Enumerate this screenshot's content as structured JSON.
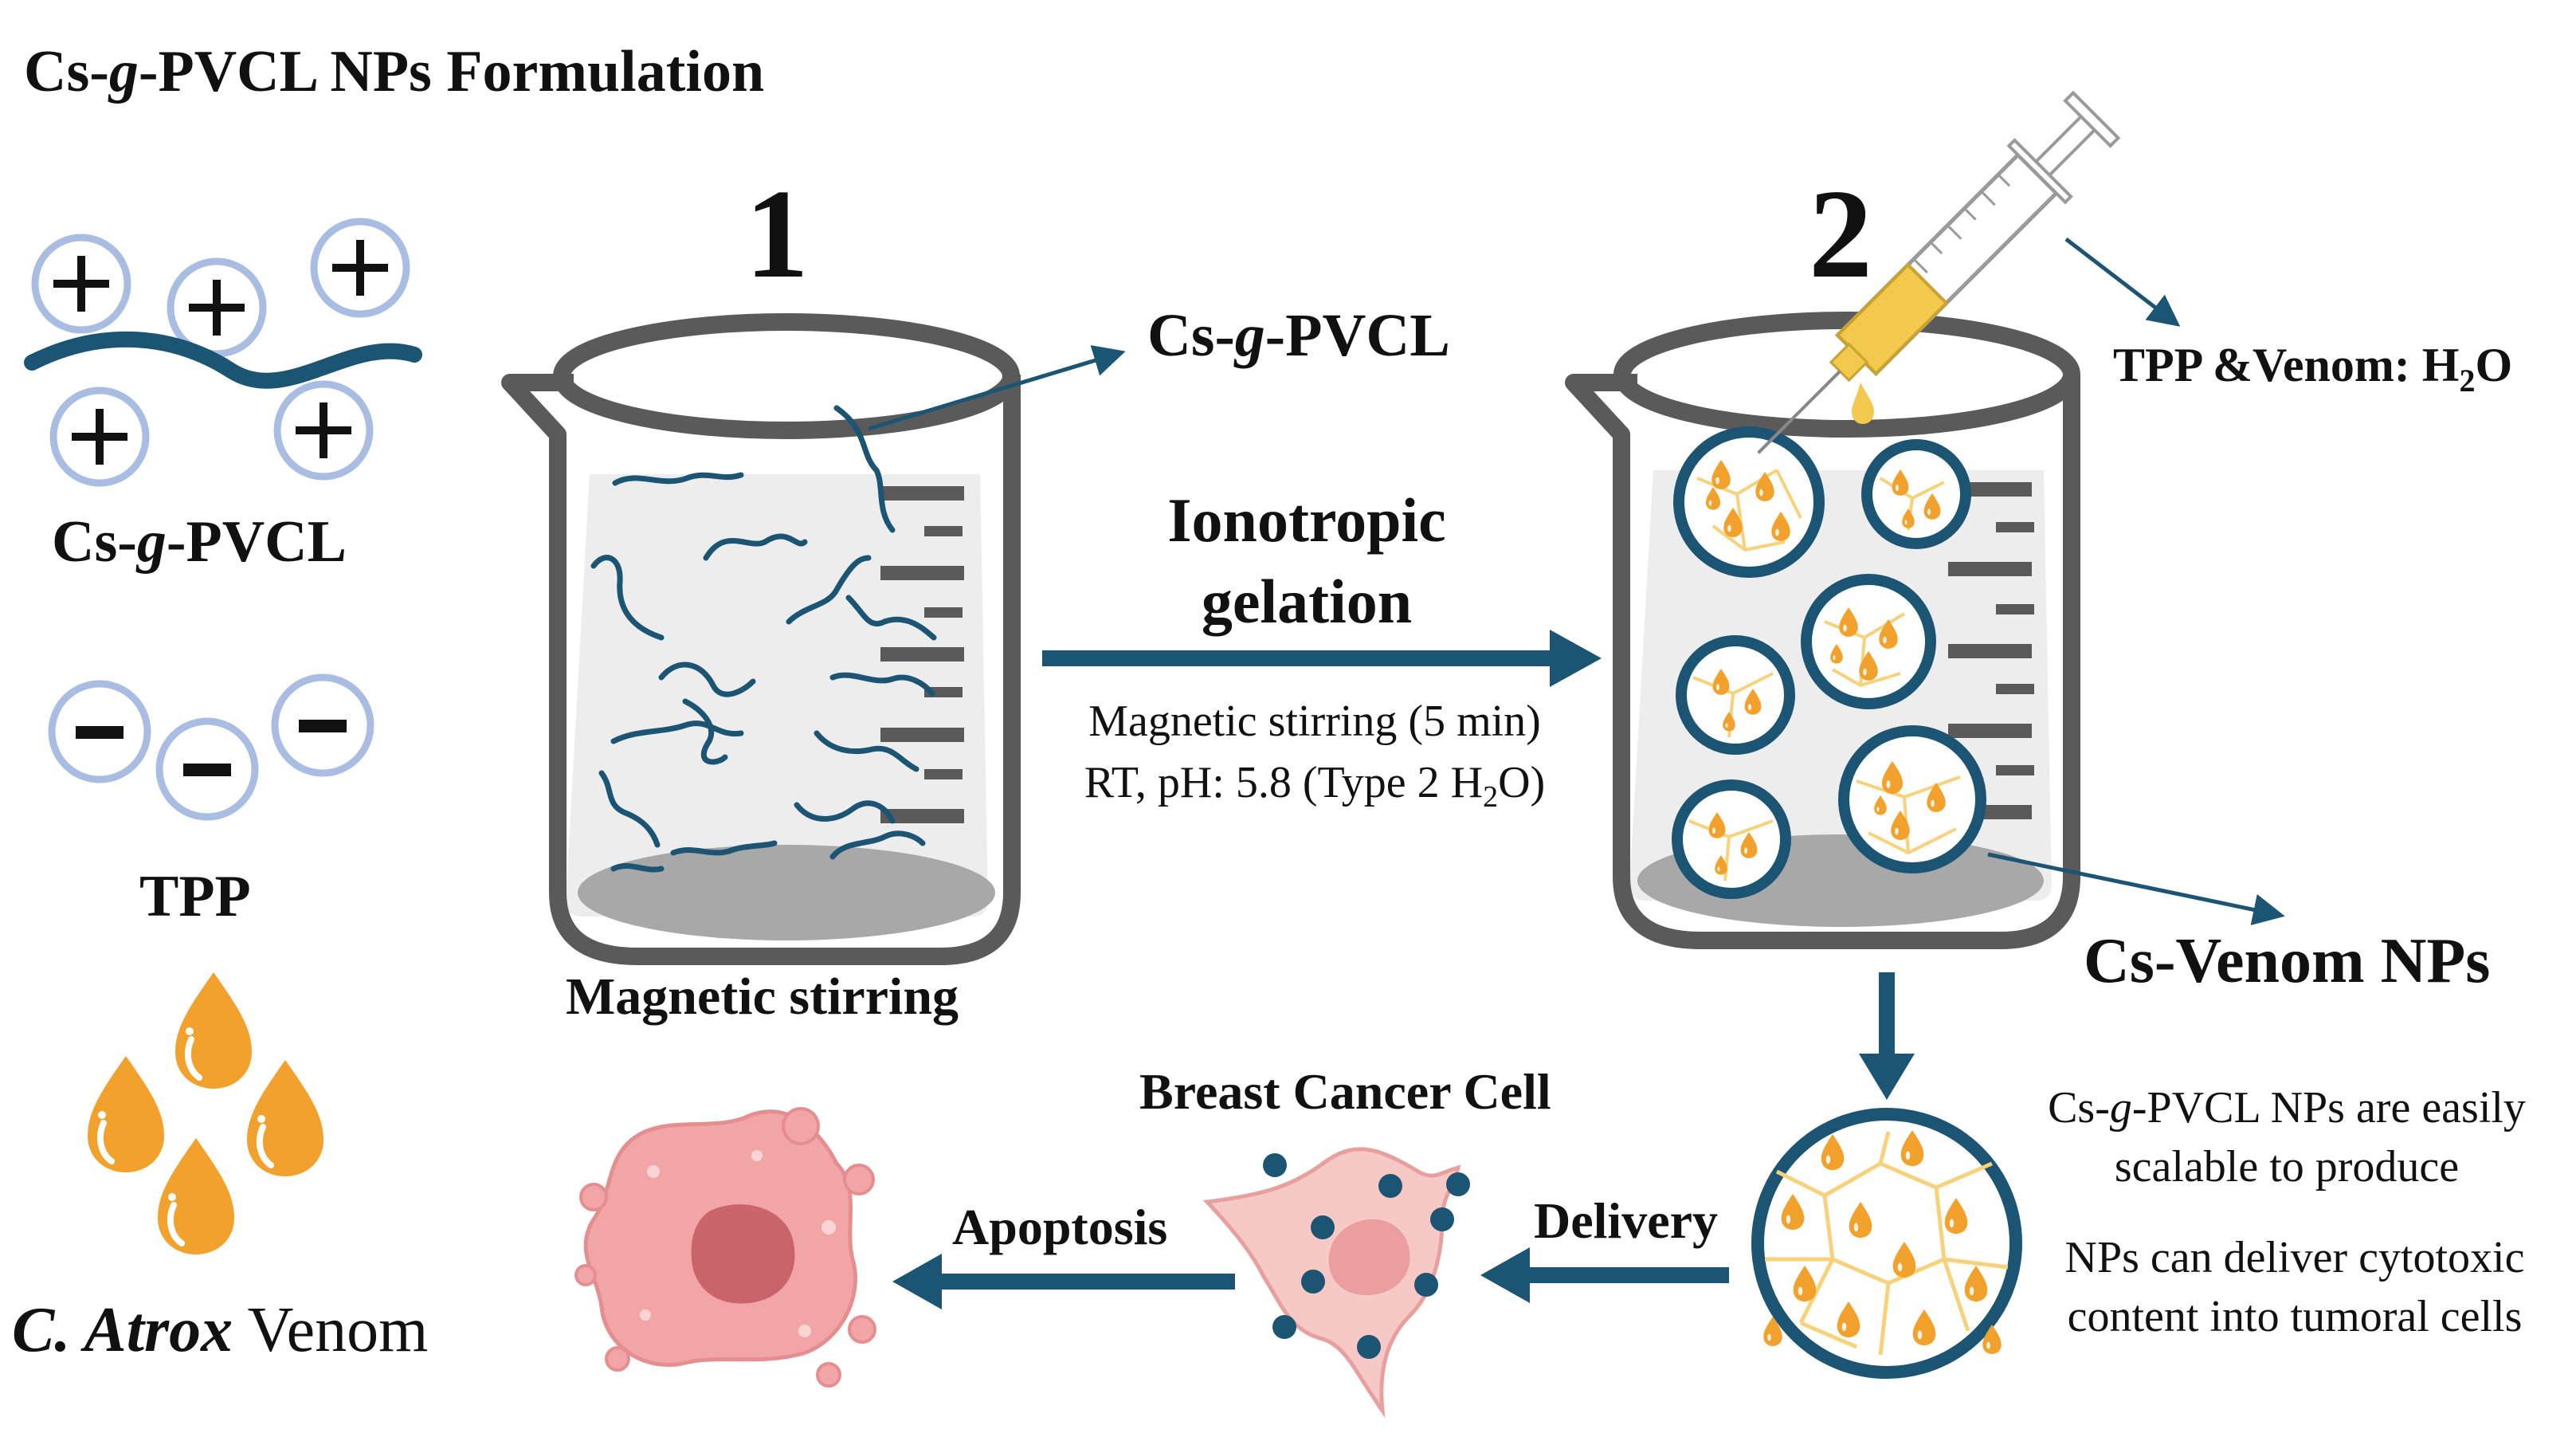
{
  "title": {
    "prefix": "Cs-",
    "g": "g",
    "suffix": "-PVCL NPs Formulation"
  },
  "legend": {
    "cs_label": {
      "prefix": "Cs-",
      "g": "g",
      "suffix": "-PVCL"
    },
    "tpp_label": "TPP",
    "venom_label": {
      "italic": "C. Atrox",
      "rest": " Venom"
    }
  },
  "step1": {
    "number": "1",
    "pointer_label": {
      "prefix": "Cs-",
      "g": "g",
      "suffix": "-PVCL"
    },
    "caption": "Magnetic stirring"
  },
  "arrow": {
    "label_line1": "Ionotropic",
    "label_line2": "gelation",
    "cond_line1": "Magnetic stirring (5 min)",
    "cond_line2_a": "RT, pH: 5.8 (Type 2 H",
    "cond_line2_sub": "2",
    "cond_line2_b": "O)"
  },
  "step2": {
    "number": "2",
    "syringe_label_a": "TPP &Venom: H",
    "syringe_label_sub": "2",
    "syringe_label_b": "O",
    "np_label": "Cs-Venom NPs"
  },
  "bottom": {
    "note1_line1_a": "Cs-",
    "note1_line1_g": "g",
    "note1_line1_b": "-PVCL NPs are easily",
    "note1_line2": "scalable to produce",
    "note2_line1": "NPs can deliver cytotoxic",
    "note2_line2": "content into tumoral cells",
    "delivery_label": "Delivery",
    "cell_label": "Breast Cancer Cell",
    "apoptosis_label": "Apoptosis"
  },
  "colors": {
    "teal": "#1b5573",
    "orange": "#f2a22c",
    "light_orange": "#f7d27a",
    "pink": "#f2a5a6",
    "glass": "#5a5a5a"
  }
}
